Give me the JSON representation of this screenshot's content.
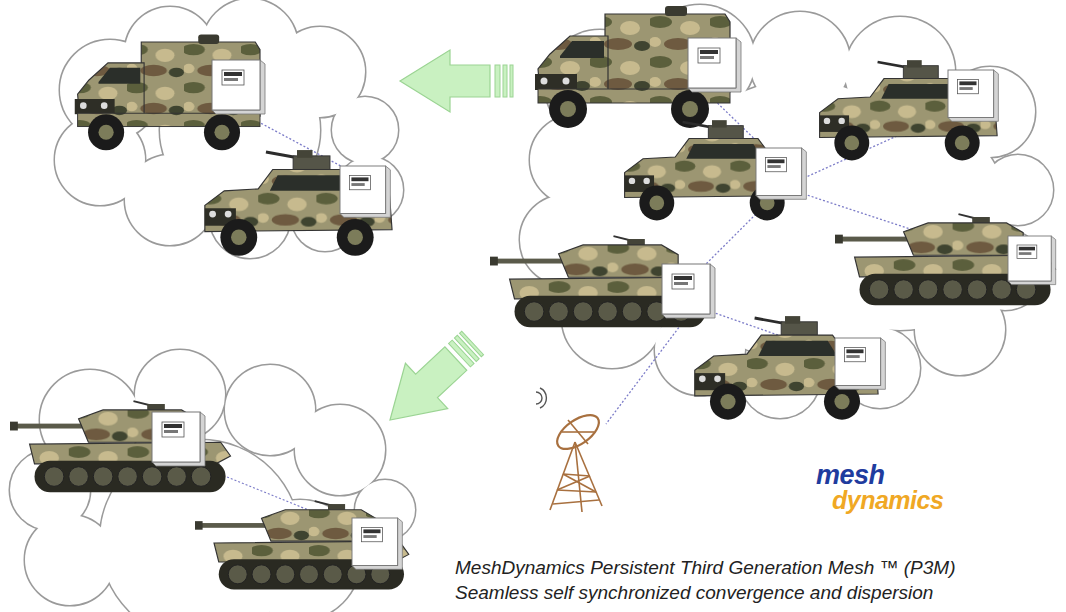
{
  "diagram": {
    "caption": "MeshDynamics Persistent Third Generation Mesh ™ (P3M)",
    "labels": [
      "Seamless self synchronized convergence and dispersion",
      "mesh",
      "dynamics"
    ]
  }
}
